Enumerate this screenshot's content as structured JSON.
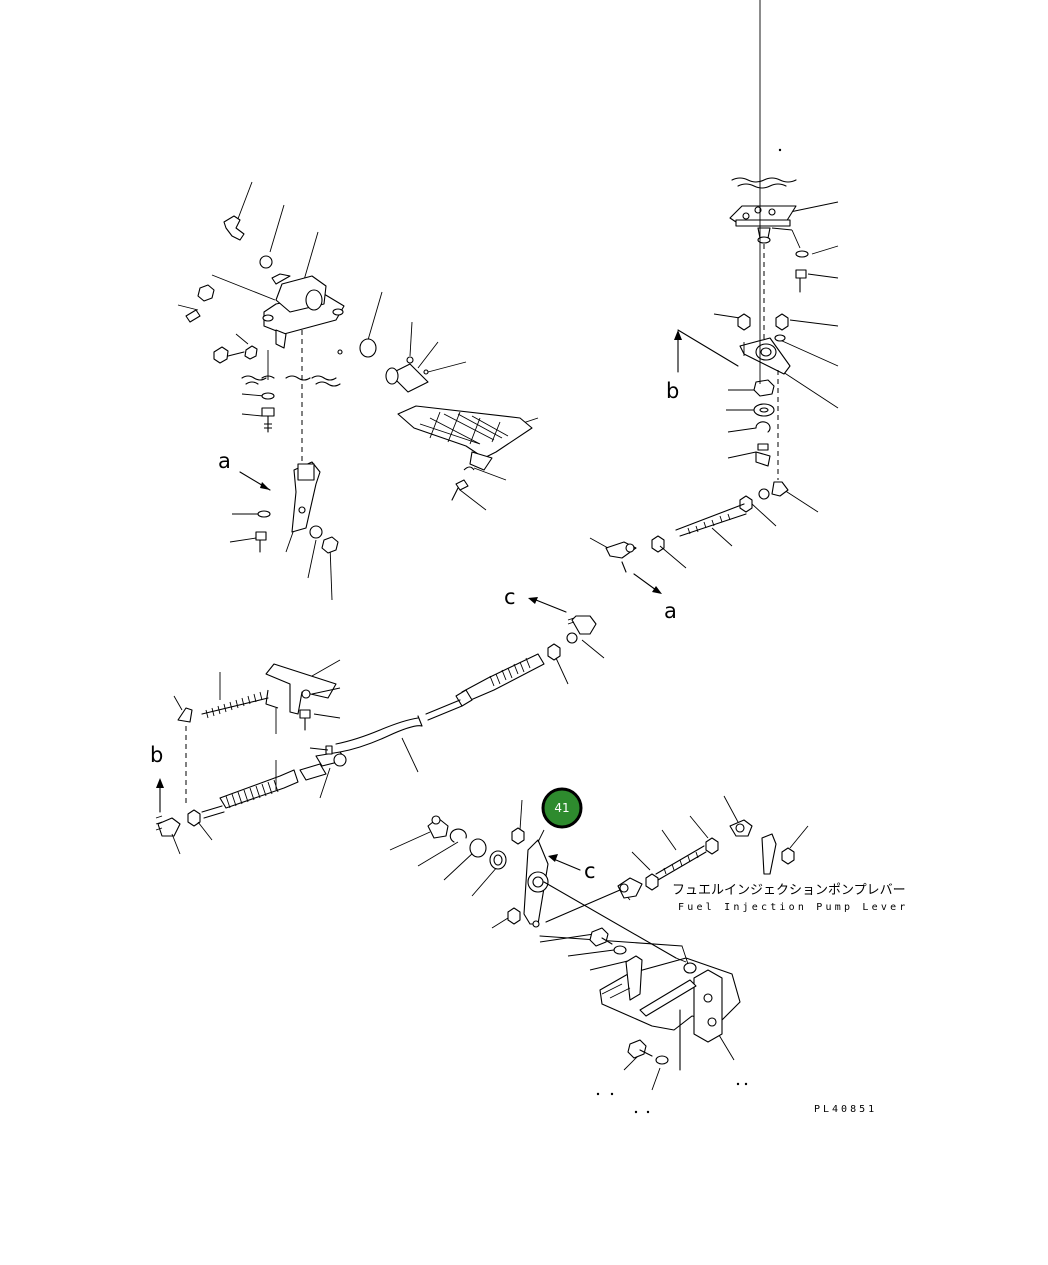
{
  "diagram": {
    "drawing_number": "PL40851",
    "callout": {
      "number": "41",
      "fill_color": "#2e8b2e",
      "ring_color": "#000000"
    },
    "annotation_jp": "フュエルインジェクションポンプレバー",
    "annotation_en": "Fuel Injection Pump Lever",
    "section_markers": {
      "a_top": "a",
      "a_right": "a",
      "b_right": "b",
      "b_left": "b",
      "c_top": "c",
      "c_bottom": "c"
    }
  }
}
